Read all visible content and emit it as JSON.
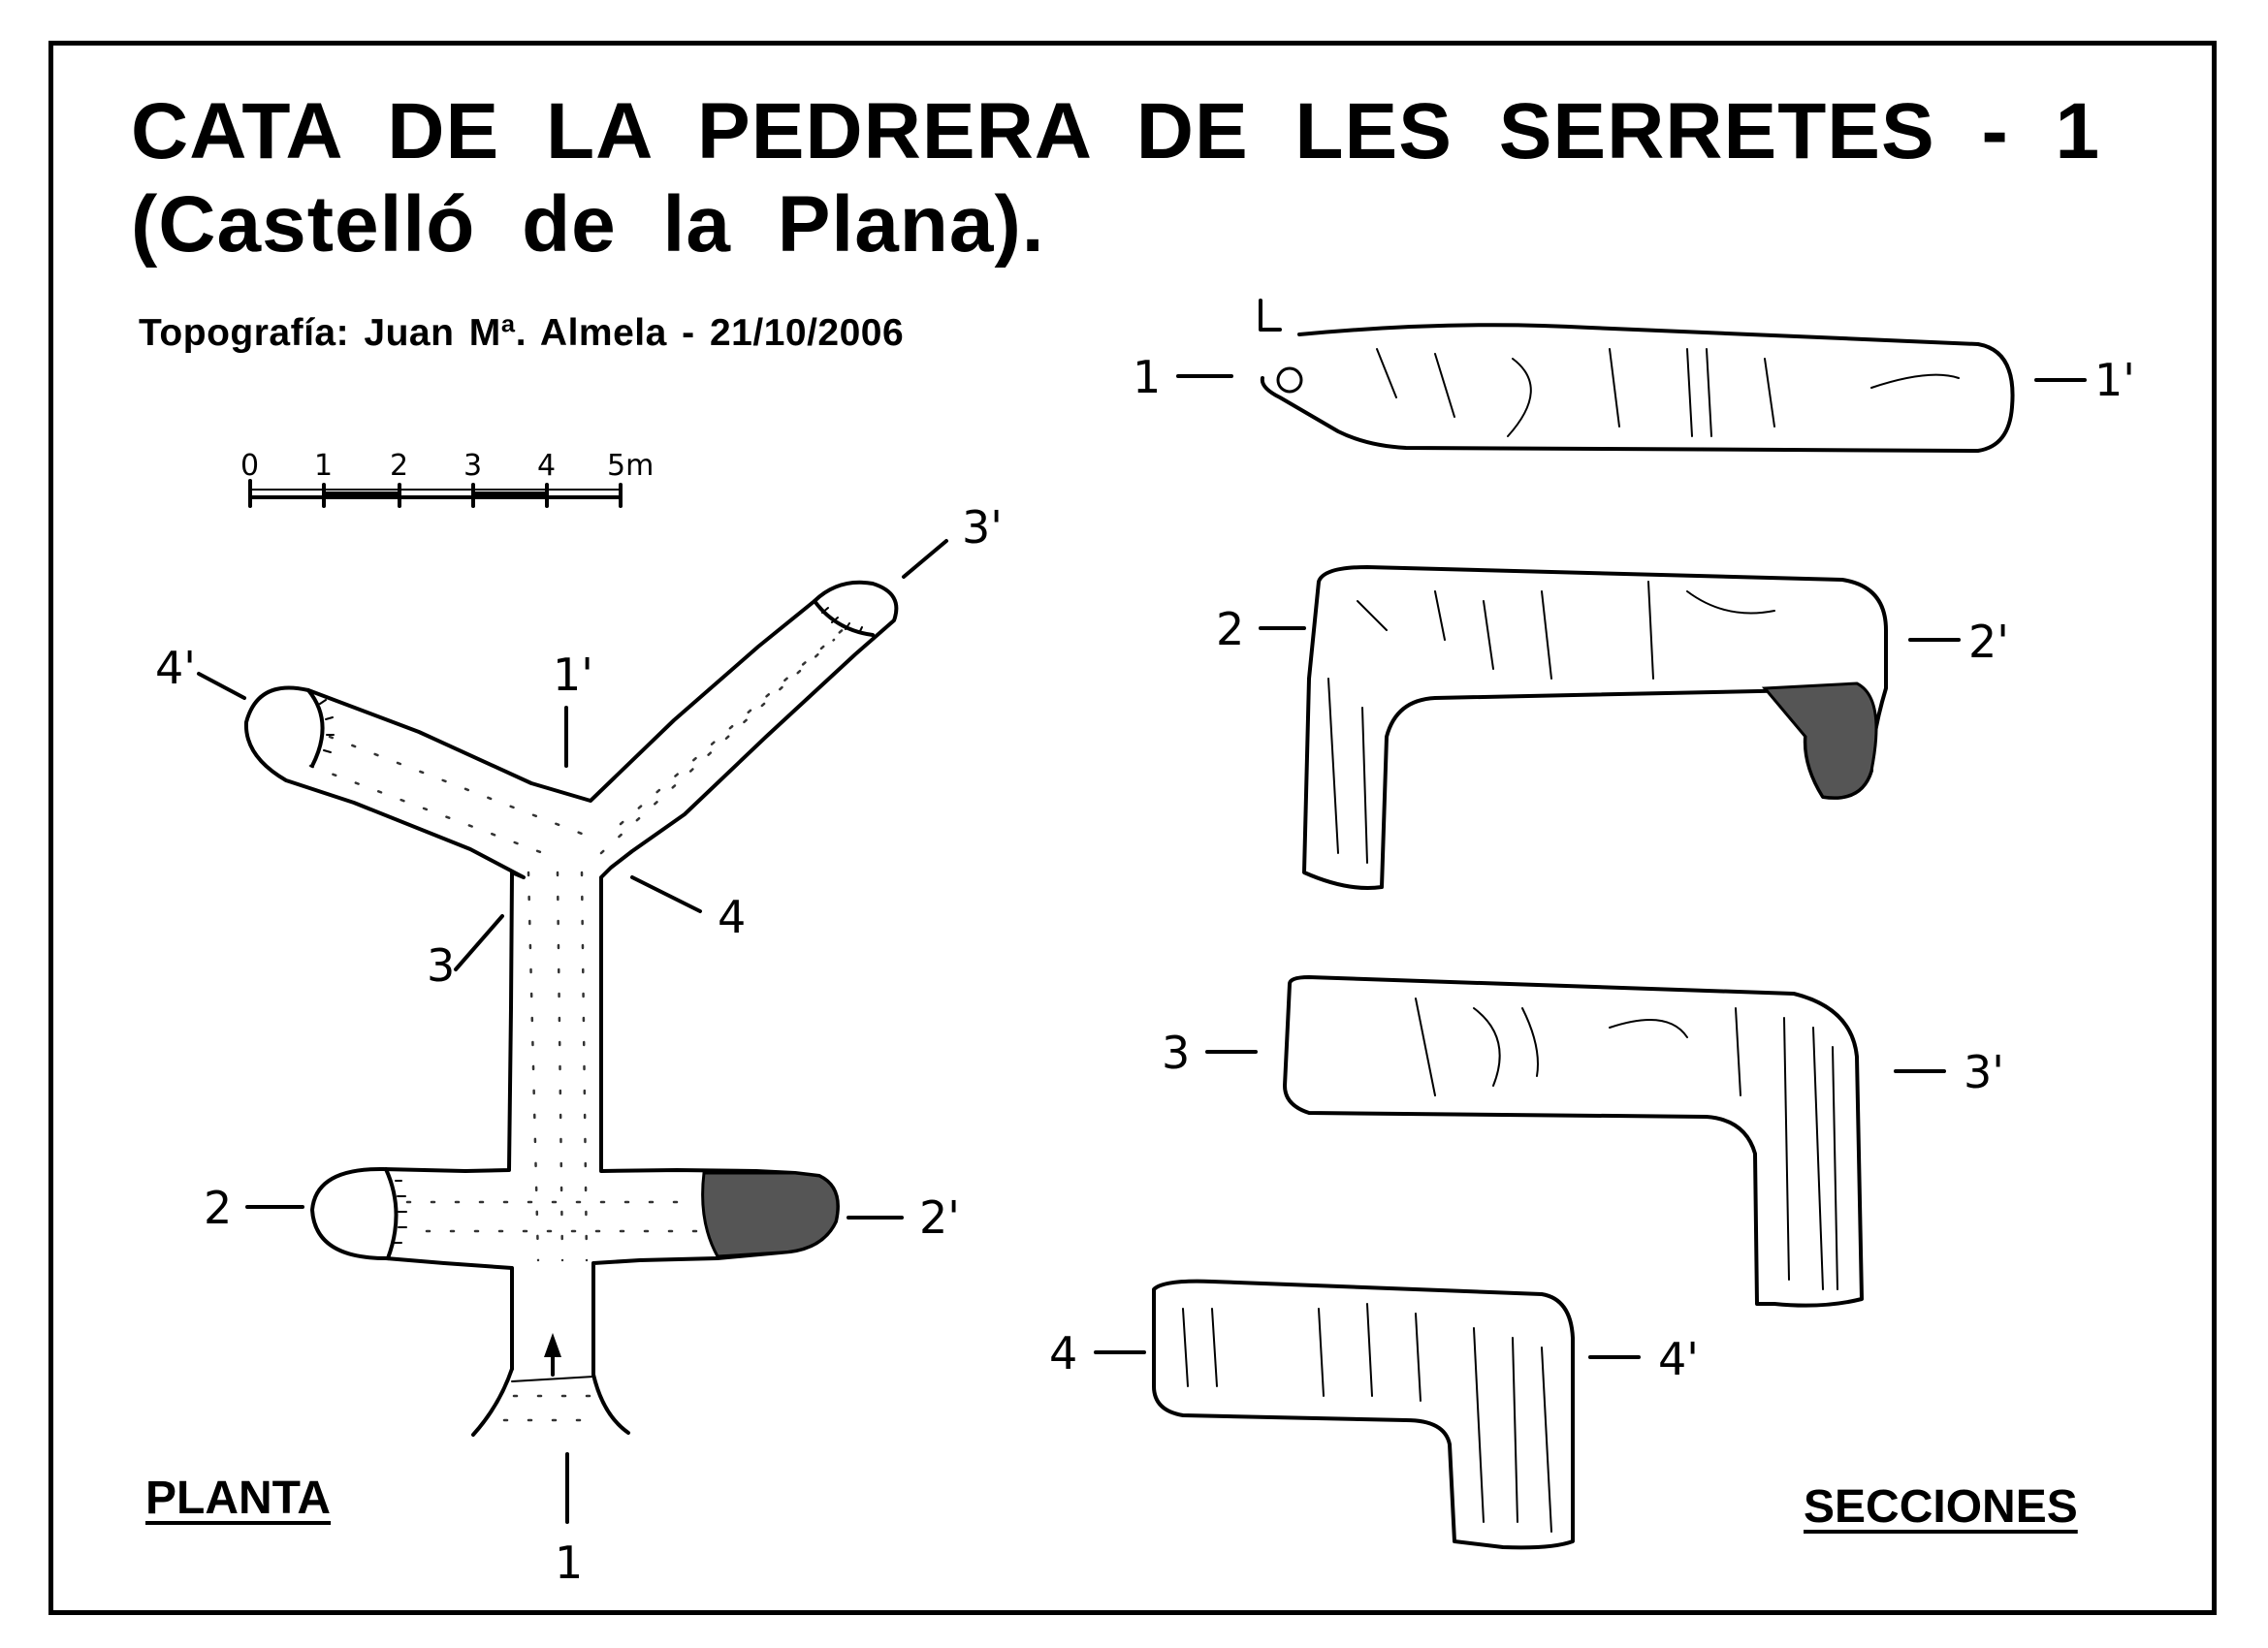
{
  "title": {
    "line1": "CATA DE LA PEDRERA DE LES SERRETES - 1",
    "line2": "(Castelló de la Plana)."
  },
  "credit": "Topografía: Juan Mª. Almela - 21/10/2006",
  "scale": {
    "ticks": [
      "0",
      "1",
      "2",
      "3",
      "4",
      "5m"
    ]
  },
  "plan": {
    "label": "PLANTA",
    "markers": {
      "m1": "1",
      "m1p": "1'",
      "m2": "2",
      "m2p": "2'",
      "m3": "3",
      "m3p": "3'",
      "m4": "4",
      "m4p": "4'"
    }
  },
  "sections": {
    "label": "SECCIONES",
    "markers": {
      "s1": "1",
      "s1p": "1'",
      "s2": "2",
      "s2p": "2'",
      "s3": "3",
      "s3p": "3'",
      "s4": "4",
      "s4p": "4'"
    }
  }
}
